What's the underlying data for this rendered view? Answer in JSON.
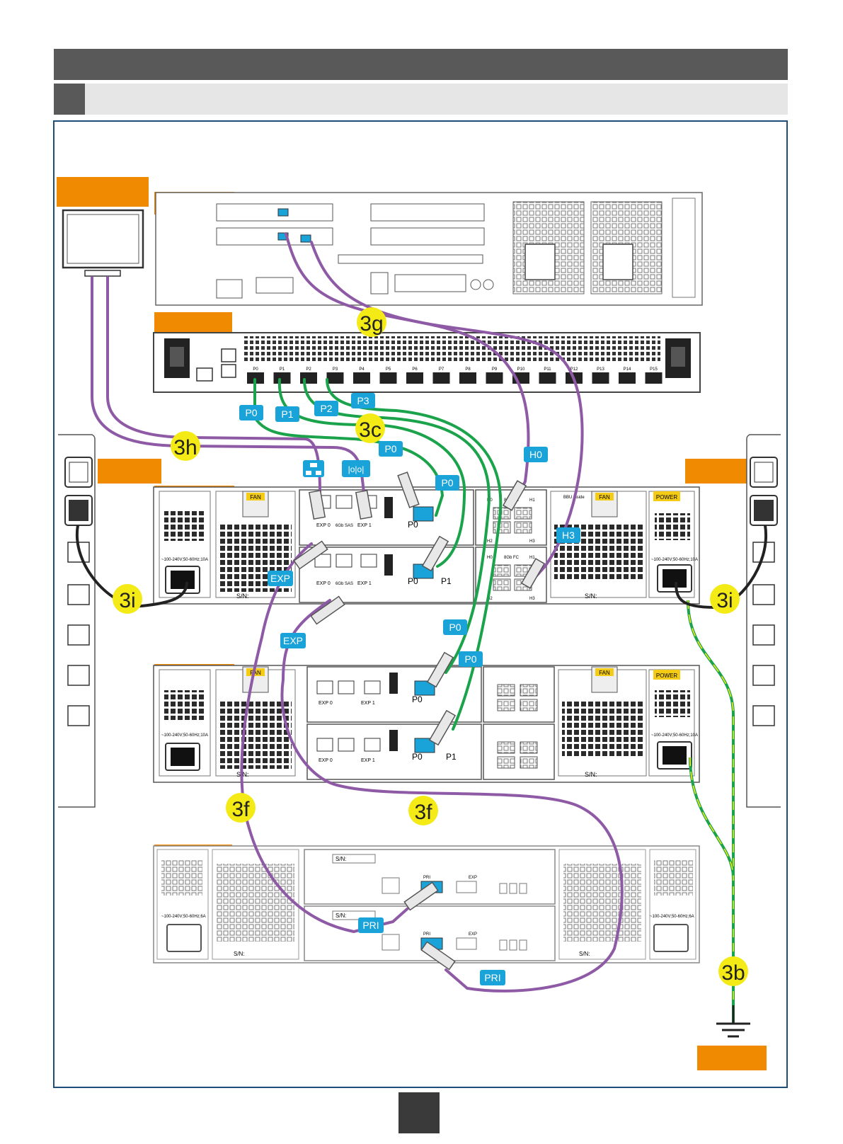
{
  "callouts": {
    "c3g": "3g",
    "c3h": "3h",
    "c3c": "3c",
    "c3i_left": "3i",
    "c3i_right": "3i",
    "c3f_left": "3f",
    "c3f_right": "3f",
    "c3b": "3b"
  },
  "port_tags": {
    "p0_switch": "P0",
    "p1_switch": "P1",
    "p2_switch": "P2",
    "p3_switch": "P3",
    "p0_c1": "P0",
    "p0_c2": "P0",
    "p0_c3": "P0",
    "p0_c4": "P0",
    "h0": "H0",
    "h3": "H3",
    "exp1": "EXP",
    "exp2": "EXP",
    "pri1": "PRI",
    "pri2": "PRI"
  },
  "chassis_text": {
    "fan": "FAN",
    "power": "POWER",
    "sn": "S/N:",
    "p0": "P0",
    "p1": "P1",
    "h0": "H0",
    "h1": "H1",
    "h2": "H2",
    "h3": "H3",
    "exp0": "EXP 0",
    "exp1": "EXP 1",
    "sas": "6Gb SAS",
    "fc": "8Gb FC",
    "bbu": "BBU inside",
    "psu_rating": "~100-240V;50-60Hz;10A",
    "psu_rating_small": "~100-240V;50-60Hz;6A",
    "pri": "PRI",
    "exp": "EXP",
    "switch_ports": [
      "P0",
      "P1",
      "P2",
      "P3",
      "P4",
      "P5",
      "P6",
      "P7",
      "P8",
      "P9",
      "P10",
      "P11",
      "P12",
      "P13",
      "P14",
      "P15"
    ]
  },
  "colors": {
    "orange": "#f08a00",
    "purple": "#8e5aa6",
    "green": "#1aa34a",
    "yellow": "#f4ea16",
    "tag_blue": "#1aa3d9",
    "dark_bar": "#595959",
    "light_bar": "#e6e6e6",
    "frame": "#1f4e79"
  }
}
